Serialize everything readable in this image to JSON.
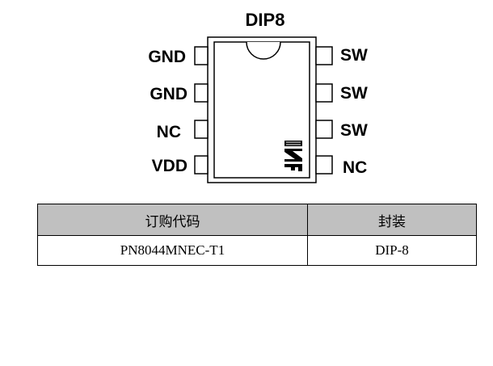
{
  "package": {
    "title": "DIP8",
    "left_pins": [
      "GND",
      "GND",
      "NC",
      "VDD"
    ],
    "right_pins": [
      "SW",
      "SW",
      "SW",
      "NC"
    ],
    "logo_icon": "company-logo"
  },
  "order_table": {
    "headers": [
      "订购代码",
      "封装"
    ],
    "rows": [
      [
        "PN8044MNEC-T1",
        "DIP-8"
      ]
    ]
  }
}
